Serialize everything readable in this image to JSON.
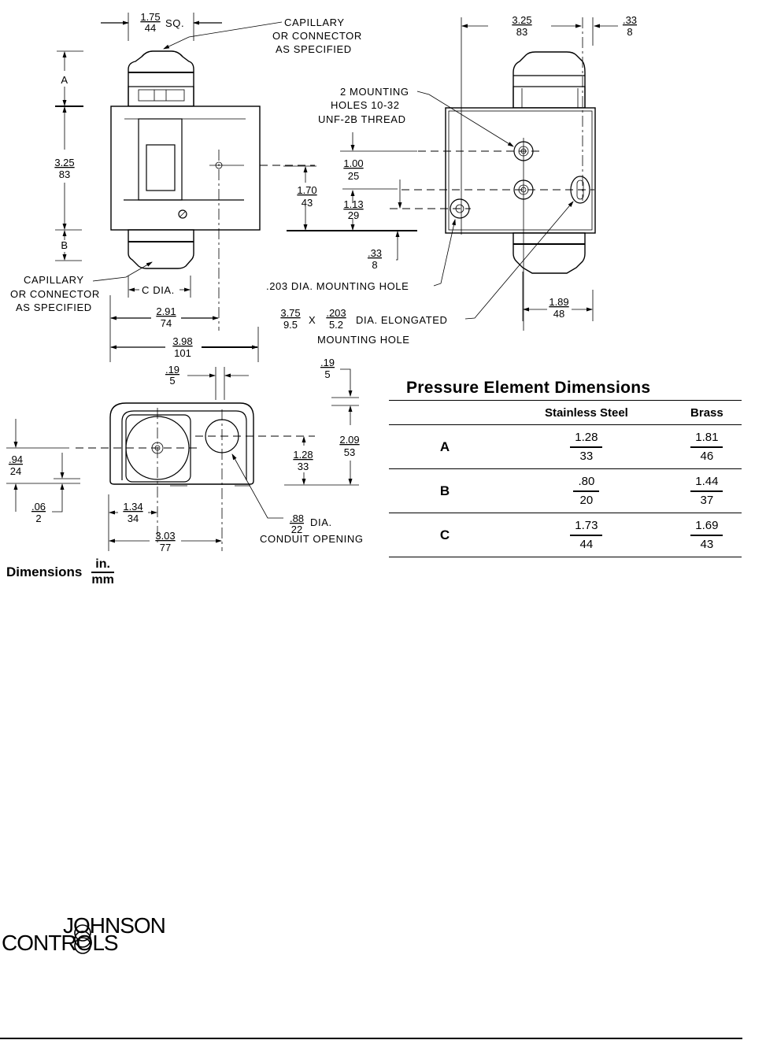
{
  "document": {
    "units_legend": {
      "label": "Dimensions",
      "numerator": "in.",
      "denominator": "mm"
    },
    "brand": {
      "line1": "JOHNSON",
      "line2": "CONTROLS"
    }
  },
  "front_view": {
    "top_width": {
      "in": "1.75",
      "mm": "44",
      "suffix": "SQ."
    },
    "capillary_top": [
      "CAPILLARY",
      "OR CONNECTOR",
      "AS SPECIFIED"
    ],
    "capillary_bottom": [
      "CAPILLARY",
      "OR CONNECTOR",
      "AS SPECIFIED"
    ],
    "dim_A": "A",
    "dim_B": "B",
    "body_height": {
      "in": "3.25",
      "mm": "83"
    },
    "c_dia": "C DIA.",
    "width_2_91": {
      "in": "2.91",
      "mm": "74"
    },
    "width_3_98": {
      "in": "3.98",
      "mm": "101"
    },
    "height_1_70": {
      "in": "1.70",
      "mm": "43"
    }
  },
  "side_view": {
    "width_3_25": {
      "in": "3.25",
      "mm": "83"
    },
    "offset_33": {
      "in": ".33",
      "mm": "8"
    },
    "mounting_holes": [
      "2 MOUNTING",
      "HOLES 10-32",
      "UNF-2B THREAD"
    ],
    "spacing_1_00": {
      "in": "1.00",
      "mm": "25"
    },
    "spacing_1_13": {
      "in": "1.13",
      "mm": "29"
    },
    "bottom_33": {
      "in": ".33",
      "mm": "8"
    },
    "hole_203": ".203 DIA. MOUNTING HOLE",
    "elongated": {
      "a_in": "3.75",
      "a_mm": "9.5",
      "x": "X",
      "b_in": ".203",
      "b_mm": "5.2",
      "text": "DIA. ELONGATED",
      "text2": "MOUNTING HOLE"
    },
    "width_1_89": {
      "in": "1.89",
      "mm": "48"
    }
  },
  "bottom_view": {
    "gap_19": {
      "in": ".19",
      "mm": "5"
    },
    "gap_19_right": {
      "in": ".19",
      "mm": "5"
    },
    "height_2_09": {
      "in": "2.09",
      "mm": "53"
    },
    "height_1_28": {
      "in": "1.28",
      "mm": "33"
    },
    "height_94": {
      "in": ".94",
      "mm": "24"
    },
    "height_06": {
      "in": ".06",
      "mm": "2"
    },
    "width_1_34": {
      "in": "1.34",
      "mm": "34"
    },
    "width_3_03": {
      "in": "3.03",
      "mm": "77"
    },
    "conduit": {
      "in": ".88",
      "mm": "22",
      "suffix": "DIA.",
      "text": "CONDUIT OPENING"
    }
  },
  "table": {
    "title": "Pressure Element Dimensions",
    "columns": [
      "",
      "Stainless Steel",
      "Brass"
    ],
    "rows": [
      {
        "label": "A",
        "ss_in": "1.28",
        "ss_mm": "33",
        "br_in": "1.81",
        "br_mm": "46"
      },
      {
        "label": "B",
        "ss_in": ".80",
        "ss_mm": "20",
        "br_in": "1.44",
        "br_mm": "37"
      },
      {
        "label": "C",
        "ss_in": "1.73",
        "ss_mm": "44",
        "br_in": "1.69",
        "br_mm": "43"
      }
    ]
  }
}
